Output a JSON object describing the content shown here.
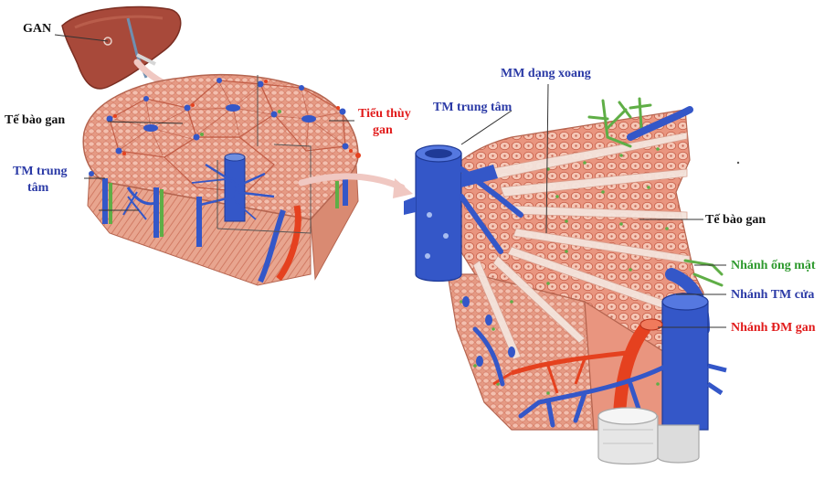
{
  "labels": {
    "liver": "GAN",
    "hepatocyte_left": "Tế bào gan",
    "lobule_line1": "Tiểu thùy",
    "lobule_line2": "gan",
    "central_vein_left_line1": "TM trung",
    "central_vein_left_line2": "tâm",
    "central_vein_right": "TM trung tâm",
    "sinusoid": "MM dạng xoang",
    "hepatocyte_right": "Tế bào gan",
    "bile_duct": "Nhánh ống mật",
    "portal_vein": "Nhánh TM cửa",
    "hepatic_artery": "Nhánh ĐM gan"
  },
  "colors": {
    "tissue": "#e9957f",
    "tissue_dark": "#c8604a",
    "cell": "#f6c7b6",
    "vein": "#3457c8",
    "artery": "#e5411f",
    "bile": "#5fae46",
    "liver": "#a8493a",
    "label_blue": "#2b3aa6",
    "label_red": "#e11b1b",
    "label_green": "#2e9a2e"
  }
}
